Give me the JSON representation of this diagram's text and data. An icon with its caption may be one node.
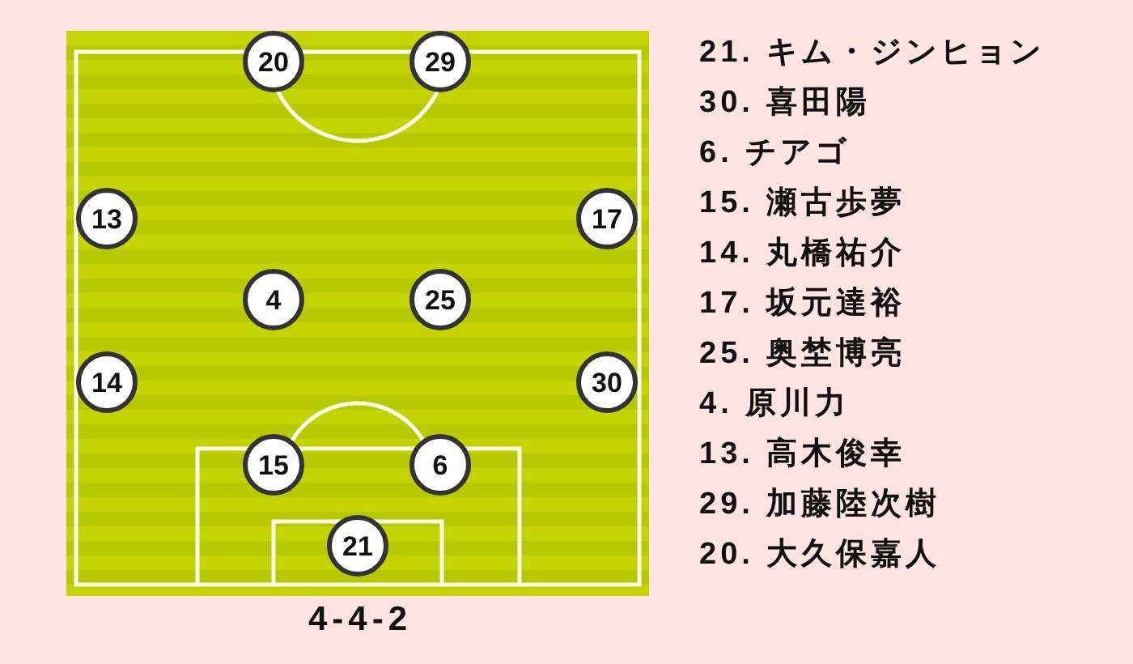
{
  "diagram": {
    "nodes": [
      {
        "text": [],
        "shape": "box",
        "beside": [
          "4-4-2"
        ]
      },
      {
        "text": [
          "20"
        ],
        "in": 0
      },
      {
        "text": [
          "29"
        ],
        "in": 0
      },
      {
        "text": [
          "13"
        ],
        "in": 0
      },
      {
        "text": [
          "17"
        ],
        "in": 0
      },
      {
        "text": [
          "4"
        ],
        "in": 0
      },
      {
        "text": [
          "25"
        ],
        "in": 0
      },
      {
        "text": [
          "14"
        ],
        "in": 0
      },
      {
        "text": [
          "30"
        ],
        "in": 0
      },
      {
        "text": [
          "15"
        ],
        "in": 0
      },
      {
        "text": [
          "6"
        ],
        "in": 0
      },
      {
        "text": [
          "21"
        ],
        "in": 0
      }
    ],
    "labels": [
      "21. キム・ジンヒョン",
      "30. 喜田陽",
      "6. チアゴ",
      "15. 瀬古歩夢",
      "14. 丸橋祐介",
      "17. 坂元達裕",
      "25. 奥埜博亮",
      "4. 原川力",
      "13. 高木俊幸",
      "29. 加藤陸次樹",
      "20. 大久保嘉人"
    ]
  }
}
